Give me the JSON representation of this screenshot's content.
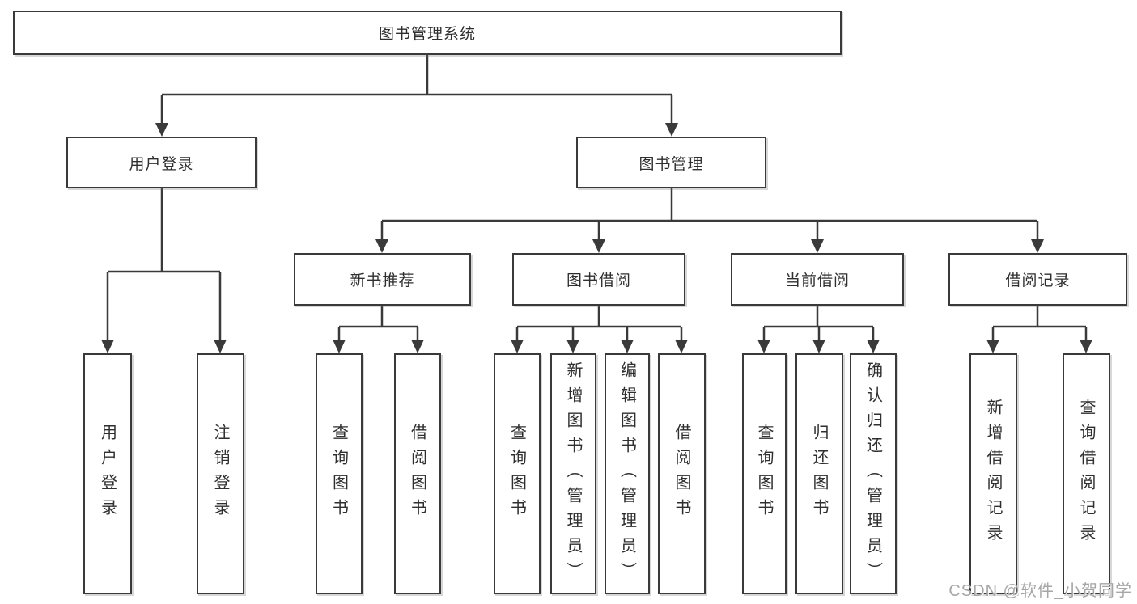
{
  "diagram": {
    "title": "图书管理系统",
    "nodes": {
      "root": {
        "label": "图书管理系统"
      },
      "user_login": {
        "label": "用户登录"
      },
      "book_mgmt": {
        "label": "图书管理"
      },
      "user_login_leaf": {
        "label": "用户登录"
      },
      "logout_leaf": {
        "label": "注销登录"
      },
      "new_book_rec": {
        "label": "新书推荐"
      },
      "book_borrow": {
        "label": "图书借阅"
      },
      "current_borrow": {
        "label": "当前借阅"
      },
      "borrow_records": {
        "label": "借阅记录"
      },
      "nbr_query_books": {
        "label": "查询图书"
      },
      "nbr_borrow_books": {
        "label": "借阅图书"
      },
      "bb_query_books": {
        "label": "查询图书"
      },
      "bb_add_books": {
        "label": "新增图书（管理员）"
      },
      "bb_edit_books": {
        "label": "编辑图书（管理员）"
      },
      "bb_borrow_books": {
        "label": "借阅图书"
      },
      "cb_query_books": {
        "label": "查询图书"
      },
      "cb_return_books": {
        "label": "归还图书"
      },
      "cb_confirm_return": {
        "label": "确认归还（管理员）"
      },
      "br_add_record": {
        "label": "新增借阅记录"
      },
      "br_query_record": {
        "label": "查询借阅记录"
      }
    },
    "hierarchy": {
      "图书管理系统": {
        "用户登录": [
          "用户登录",
          "注销登录"
        ],
        "图书管理": {
          "新书推荐": [
            "查询图书",
            "借阅图书"
          ],
          "图书借阅": [
            "查询图书",
            "新增图书（管理员）",
            "编辑图书（管理员）",
            "借阅图书"
          ],
          "当前借阅": [
            "查询图书",
            "归还图书",
            "确认归还（管理员）"
          ],
          "借阅记录": [
            "新增借阅记录",
            "查询借阅记录"
          ]
        }
      }
    }
  },
  "watermark": {
    "text": "CSDN @软件_小贺同学"
  },
  "colors": {
    "line": "#3a3a3a",
    "box_border": "#3a3a3a",
    "box_fill": "#ffffff",
    "text": "#2f2f2f",
    "watermark": "#a6a6a6",
    "background": "#ffffff"
  }
}
